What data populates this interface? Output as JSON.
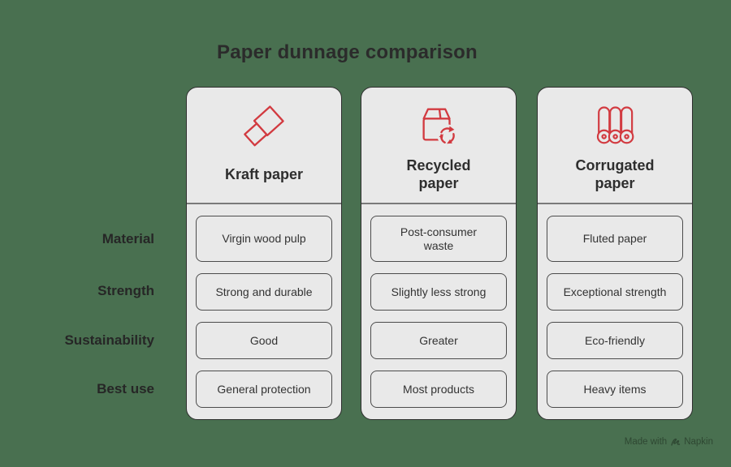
{
  "theme": {
    "background": "#497050",
    "card_fill": "#E9E9E9",
    "card_border": "#2F2F2F",
    "cell_border": "#4C4C4C",
    "divider": "#7A7A7A",
    "accent_red": "#D23A40",
    "text_dark": "#2B2B2B"
  },
  "title": "Paper dunnage comparison",
  "row_labels": [
    "Material",
    "Strength",
    "Sustainability",
    "Best use"
  ],
  "columns": [
    {
      "title": "Kraft paper",
      "icon": "paper-sheets-icon",
      "cells": [
        "Virgin wood pulp",
        "Strong and durable",
        "Good",
        "General protection"
      ]
    },
    {
      "title": "Recycled\npaper",
      "icon": "recycled-box-icon",
      "cells": [
        "Post-consumer\nwaste",
        "Slightly less strong",
        "Greater",
        "Most products"
      ]
    },
    {
      "title": "Corrugated\npaper",
      "icon": "paper-rolls-icon",
      "cells": [
        "Fluted paper",
        "Exceptional strength",
        "Eco-friendly",
        "Heavy items"
      ]
    }
  ],
  "watermark": {
    "prefix": "Made with",
    "brand": "Napkin"
  }
}
